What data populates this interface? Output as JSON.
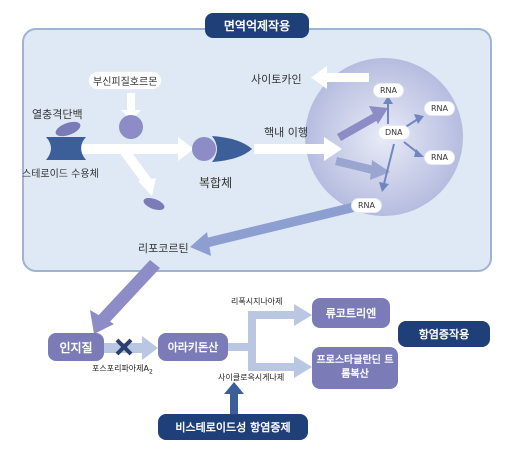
{
  "title": "면역억제작용",
  "labels": {
    "hsp": "열충격단백",
    "receptor": "스테로이드 수용체",
    "cortisone": "부신피질호르몬",
    "complex": "복합체",
    "translocation": "핵내 이행",
    "cytokine": "사이토카인",
    "lipocortin": "리포코르틴",
    "rna": "RNA",
    "dna": "DNA",
    "pla2": "포스포리파아제A",
    "pla2_sub": "2",
    "lipoxygenase": "리폭시지나아제",
    "cyclooxygenase": "사이클로옥시게나제"
  },
  "boxes": {
    "phospholipid": "인지질",
    "arachidonic": "아라키돈산",
    "leukotriene": "류코트리엔",
    "prostaglandin": "프로스타글란딘 트롬복산",
    "anti_inflammatory": "항염증작용",
    "nsaid": "비스테로이드성 항염증제"
  },
  "colors": {
    "navy": "#1f3f78",
    "purple": "#7b7bb8",
    "panel": "#dfe8f5",
    "nucleus": "#b9bfe0",
    "arrow_purple": "#8d8cc6",
    "arrow_light": "#b9c7e2",
    "receptor_blue": "#3d5f99"
  }
}
